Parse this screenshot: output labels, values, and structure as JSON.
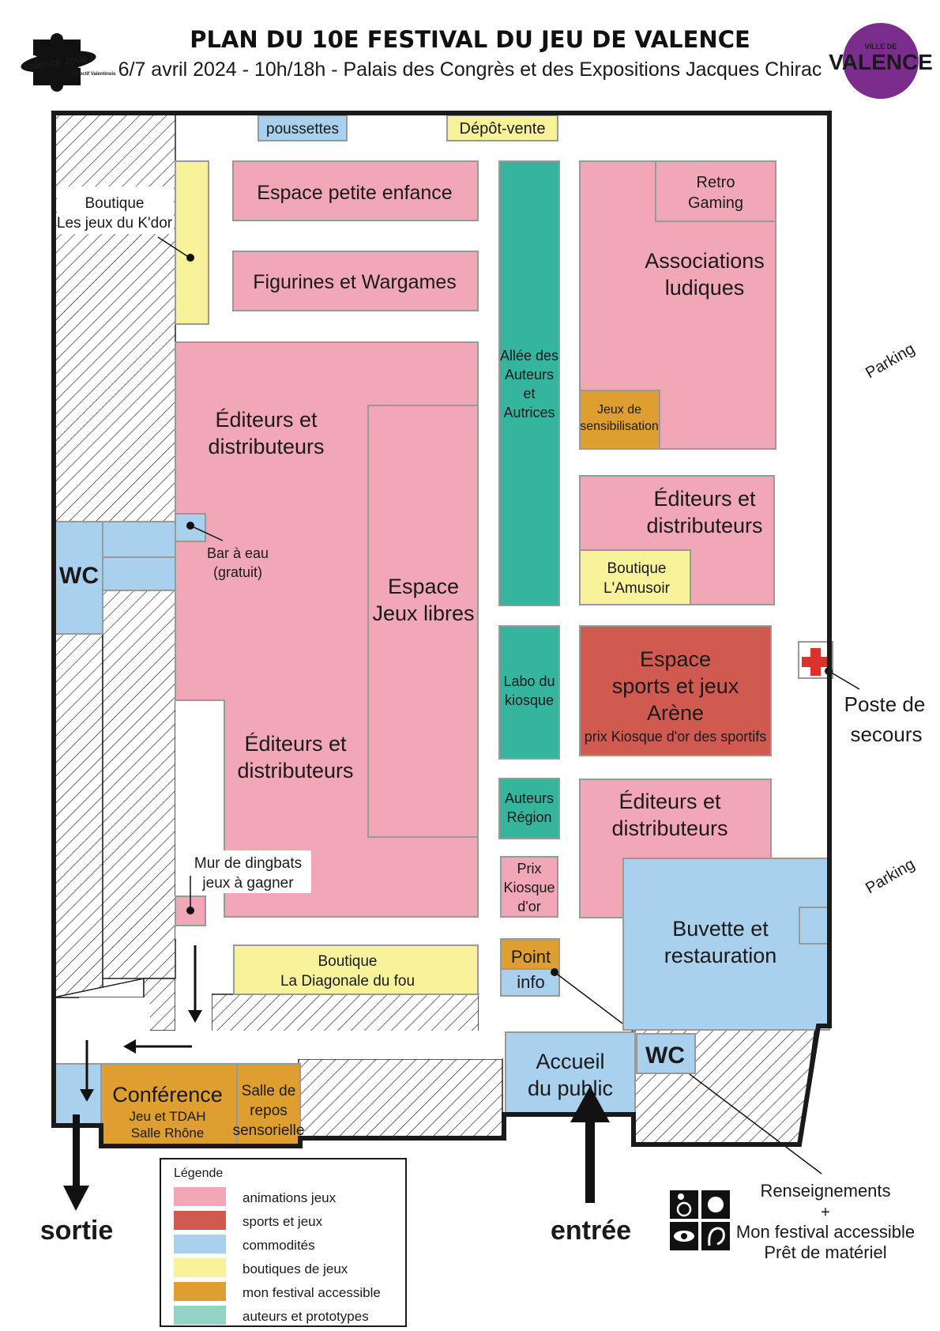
{
  "header": {
    "title": "PLAN DU 10E FESTIVAL DU JEU DE VALENCE",
    "subtitle": "6/7 avril 2024 - 10h/18h - Palais des Congrès et des Expositions Jacques Chirac",
    "logo_left_text": "Valence Joue !",
    "logo_left_subtext": "Collectif Valentinois",
    "logo_right_small": "VILLE DE",
    "logo_right_big": "VALENCE"
  },
  "colors": {
    "animations": "#f2a7b6",
    "sports": "#d05a50",
    "commodites": "#a9d1ed",
    "boutiques": "#f8f39a",
    "accessible": "#df9e30",
    "auteurs": "#36b59e",
    "outline": "#1a1a1a"
  },
  "zones": {
    "poussettes": "poussettes",
    "depot_vente": "Dépôt-vente",
    "petite_enfance": "Espace petite enfance",
    "figurines": "Figurines et Wargames",
    "allee": [
      "Allée des",
      "Auteurs",
      "et",
      "Autrices"
    ],
    "retro": [
      "Retro",
      "Gaming"
    ],
    "associations": [
      "Associations",
      "ludiques"
    ],
    "jeux_sensibilisation": [
      "Jeux de",
      "sensibilisation"
    ],
    "boutique_kdor": [
      "Boutique",
      "Les jeux du K'dor"
    ],
    "editeurs_1": [
      "Éditeurs et",
      "distributeurs"
    ],
    "editeurs_2": [
      "Éditeurs et",
      "distributeurs"
    ],
    "editeurs_3": [
      "Éditeurs et",
      "distributeurs"
    ],
    "editeurs_4": [
      "Éditeurs et",
      "distributeurs"
    ],
    "jeux_libres": [
      "Espace",
      "Jeux libres"
    ],
    "boutique_amusoir": [
      "Boutique",
      "L'Amusoir"
    ],
    "arene": [
      "Espace",
      "sports et jeux",
      "Arène"
    ],
    "arene_sub": "prix Kiosque d'or des sportifs",
    "labo": [
      "Labo du",
      "kiosque"
    ],
    "auteurs_region": [
      "Auteurs",
      "Région"
    ],
    "prix_kiosque": [
      "Prix",
      "Kiosque",
      "d'or"
    ],
    "point_info_1": "Point",
    "point_info_2": "info",
    "bar_eau": [
      "Bar à eau",
      "(gratuit)"
    ],
    "mur_dingbats": [
      "Mur de dingbats",
      "jeux à gagner"
    ],
    "boutique_diagonale": [
      "Boutique",
      "La Diagonale du fou"
    ],
    "wc_left": "WC",
    "wc_right": "WC",
    "buvette": [
      "Buvette et",
      "restauration"
    ],
    "accueil": [
      "Accueil",
      "du public"
    ],
    "conference": "Conférence",
    "conference_sub": [
      "Jeu et TDAH",
      "Salle Rhône"
    ],
    "salle_repos": [
      "Salle de",
      "repos",
      "sensorielle"
    ],
    "poste_secours": [
      "Poste de",
      "secours"
    ],
    "parking_1": "Parking",
    "parking_2": "Parking",
    "sortie": "sortie",
    "entree": "entrée",
    "renseignements": [
      "Renseignements",
      "+",
      "Mon festival accessible",
      "Prêt de matériel"
    ]
  },
  "legend": {
    "title": "Légende",
    "items": [
      {
        "label": "animations jeux",
        "color": "#f2a7b6"
      },
      {
        "label": "sports et jeux",
        "color": "#d05a50"
      },
      {
        "label": "commodités",
        "color": "#a9d1ed"
      },
      {
        "label": "boutiques de jeux",
        "color": "#f8f39a"
      },
      {
        "label": "mon festival accessible",
        "color": "#df9e30"
      },
      {
        "label": "auteurs et prototypes",
        "color": "#95d3c5"
      }
    ]
  },
  "icons": [
    "wheelchair-icon",
    "mental-disability-icon",
    "visual-impairment-icon",
    "hearing-impairment-icon",
    "first-aid-cross-icon",
    "puzzle-logo-icon"
  ]
}
